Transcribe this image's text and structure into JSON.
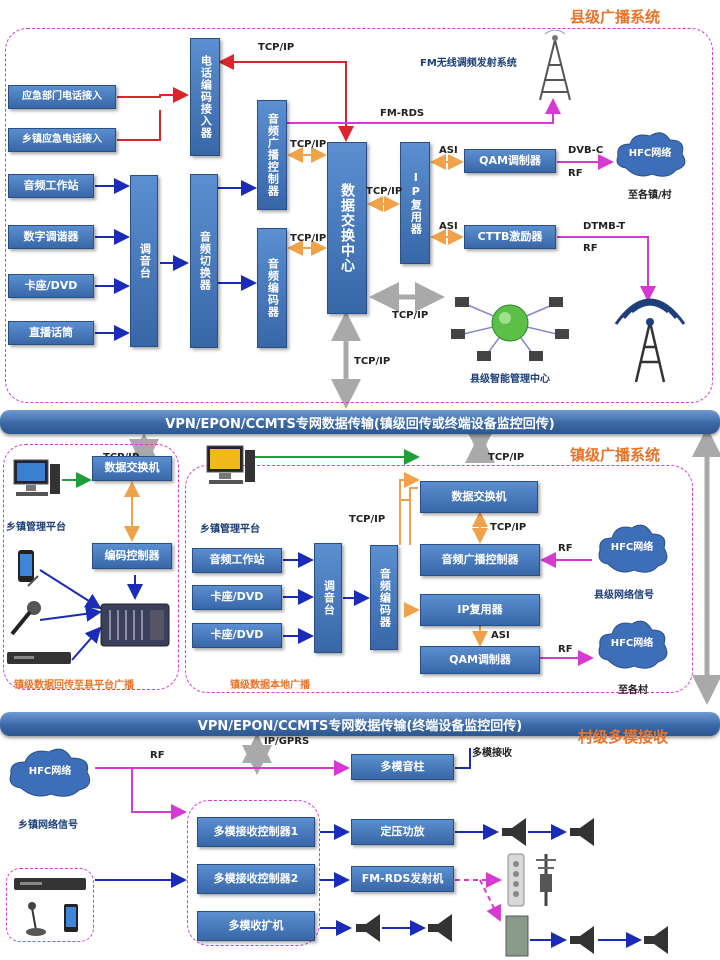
{
  "county": {
    "title": "县级广播系统",
    "fm_system": "FM无线调频发射系统",
    "emergency_phone": "应急部门电话接入",
    "town_phone": "乡镇应急电话接入",
    "phone_encoder": "电话编码接入器",
    "audio_workstation": "音频工作站",
    "digital_tuner": "数字调谐器",
    "cassette_dvd": "卡座/DVD",
    "live_mic": "直播话筒",
    "mixer": "调音台",
    "audio_switch": "音频切换器",
    "broadcast_ctrl": "音频广播控制器",
    "audio_encoder": "音频编码器",
    "data_center": "数据交换中心",
    "ip_mux": "IP复用器",
    "qam": "QAM调制器",
    "cttb": "CTTB激励器",
    "hfc": "HFC网络",
    "to_towns": "至各镇/村",
    "mgmt_center": "县级智能管理中心",
    "labels": {
      "tcpip_top": "TCP/IP",
      "fm_rds": "FM-RDS",
      "tcpip_1": "TCP/IP",
      "tcpip_2": "TCP/IP",
      "tcpip_3": "TCP/IP",
      "tcpip_4": "TCP/IP",
      "tcpip_down": "TCP/IP",
      "asi_1": "ASI",
      "asi_2": "ASI",
      "dvbc": "DVB-C",
      "rf_1": "RF",
      "dtmb": "DTMB-T",
      "rf_2": "RF"
    }
  },
  "bus1": "VPN/EPON/CCMTS专网数据传输(镇级回传或终端设备监控回传)",
  "town": {
    "title": "镇级广播系统",
    "tcpip_left": "TCP/IP",
    "tcpip_right": "TCP/IP",
    "data_switch_left": "数据交换机",
    "encode_ctrl": "编码控制器",
    "town_platform_left": "乡镇管理平台",
    "left_caption": "镇级数据回传至县平台广播",
    "town_platform": "乡镇管理平台",
    "audio_workstation": "音频工作站",
    "cassette_dvd_1": "卡座/DVD",
    "cassette_dvd_2": "卡座/DVD",
    "mixer": "调音台",
    "audio_encoder": "音频编码器",
    "data_switch": "数据交换机",
    "broadcast_ctrl": "音频广播控制器",
    "ip_mux": "IP复用器",
    "qam": "QAM调制器",
    "tcpip_a": "TCP/IP",
    "tcpip_b": "TCP/IP",
    "asi": "ASI",
    "rf_1": "RF",
    "rf_2": "RF",
    "hfc_1": "HFC网络",
    "hfc_2": "HFC网络",
    "county_signal": "县级网络信号",
    "to_villages": "至各村",
    "local_caption": "镇级数据本地广播"
  },
  "bus2": "VPN/EPON/CCMTS专网数据传输(终端设备监控回传)",
  "village": {
    "title": "村级多模接收",
    "ip_gprs": "IP/GPRS",
    "rf": "RF",
    "hfc": "HFC网络",
    "town_signal": "乡镇网络信号",
    "multi_speaker": "多模音柱",
    "multi_receive": "多模接收",
    "ctrl_1": "多模接收控制器1",
    "ctrl_2": "多模接收控制器2",
    "expander": "多模收扩机",
    "amp": "定压功放",
    "fm_tx": "FM-RDS发射机"
  },
  "colors": {
    "red": "#d9262c",
    "magenta": "#d63ad0",
    "blue": "#1a2bb8",
    "orange": "#f0a24a",
    "gray": "#a9a9a9",
    "green": "#1f9e3a",
    "title": "#e8742a"
  }
}
